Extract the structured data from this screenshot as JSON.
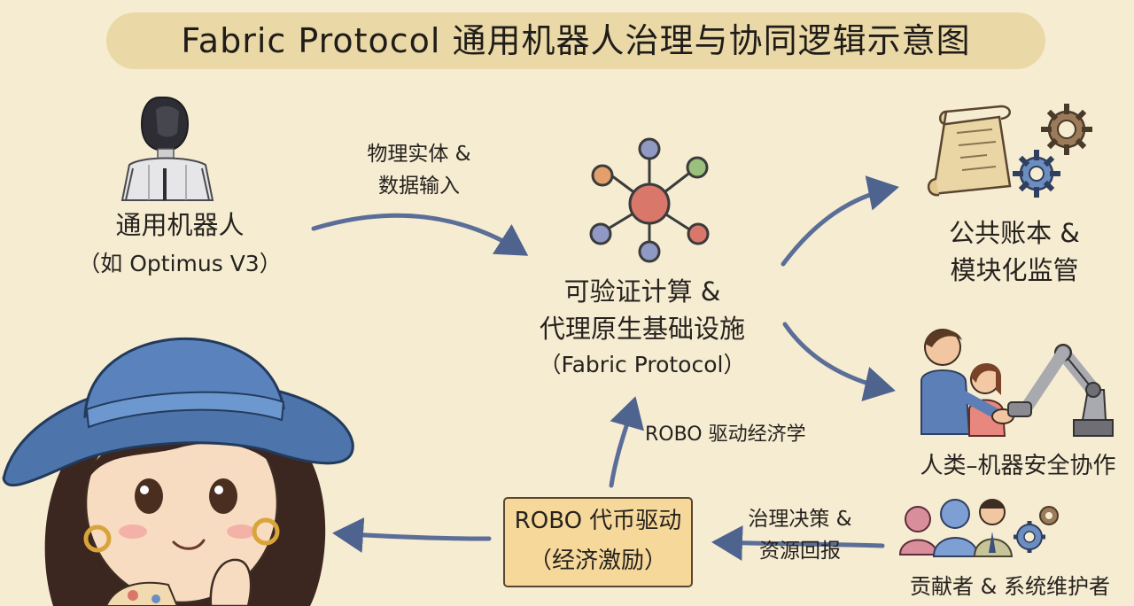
{
  "title": "Fabric Protocol 通用机器人治理与协同逻辑示意图",
  "nodes": {
    "robot": {
      "name": "通用机器人",
      "note": "（如 Optimus V3）"
    },
    "core": {
      "line1": "可验证计算 &",
      "line2": "代理原生基础设施",
      "note": "（Fabric Protocol）"
    },
    "ledger": {
      "line1": "公共账本 &",
      "line2": "模块化监管"
    },
    "human_collab": {
      "name": "人类–机器安全协作"
    },
    "contributors": {
      "name": "贡献者 & 系统维护者"
    },
    "token": {
      "line1": "ROBO 代币驱动",
      "line2": "（经济激励）"
    }
  },
  "edges": {
    "robot_to_core": {
      "line1": "物理实体 &",
      "line2": "数据输入"
    },
    "token_to_core": {
      "label": "ROBO 驱动经济学"
    },
    "contributors_to_token": {
      "line1": "治理决策 &",
      "line2": "资源回报"
    }
  },
  "colors": {
    "background": "#f6ecd2",
    "title_band": "#ead9a6",
    "arrow": "#5b6e98",
    "token_box": "#f6d89a",
    "hub": "#d9786a",
    "hat": "#4d74ab"
  },
  "icons": [
    "humanoid-robot-icon",
    "network-hub-icon",
    "scroll-icon",
    "gear-icon",
    "handshake-icon",
    "robot-arm-icon",
    "people-group-icon",
    "girl-with-hat-illustration"
  ]
}
